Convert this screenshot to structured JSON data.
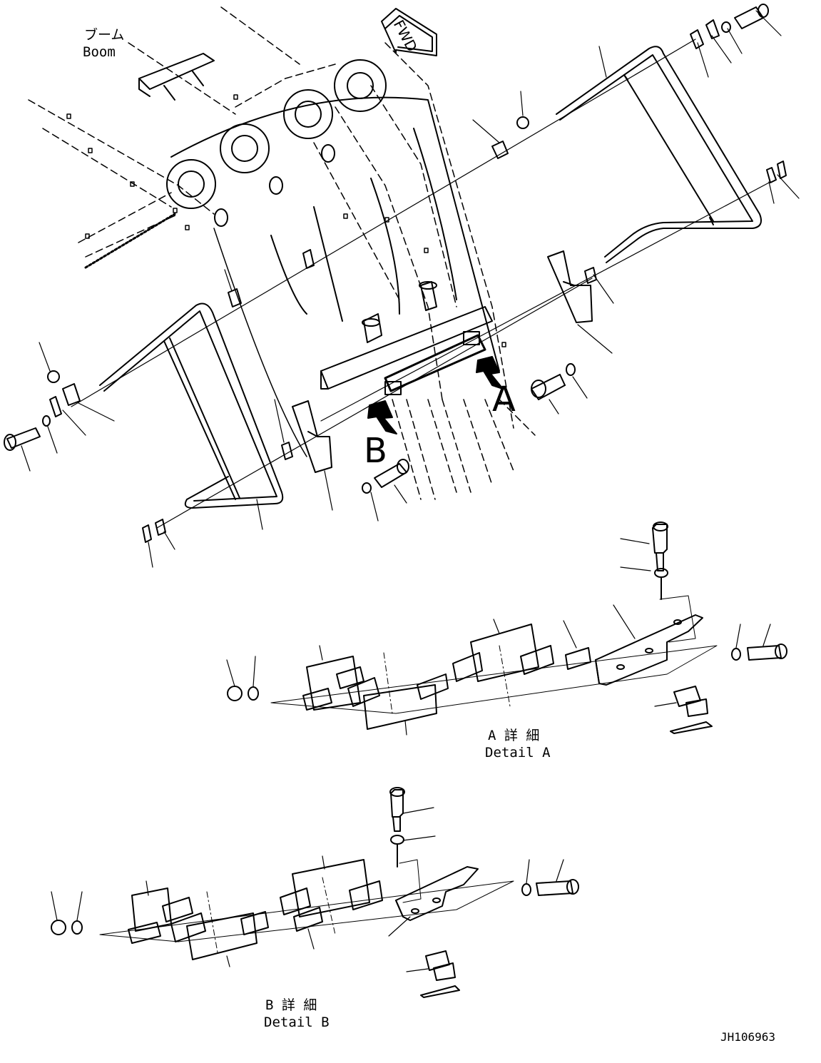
{
  "labels": {
    "boom_jp": "ブーム",
    "boom_en": "Boom",
    "fwd": "FWD",
    "arrow_a": "A",
    "arrow_b": "B",
    "detail_a_jp": "A 詳 細",
    "detail_a_en": "Detail A",
    "detail_b_jp": "B 詳 細",
    "detail_b_en": "Detail B",
    "drawing_id": "JH106963"
  },
  "colors": {
    "line": "#000000",
    "background": "#ffffff"
  }
}
